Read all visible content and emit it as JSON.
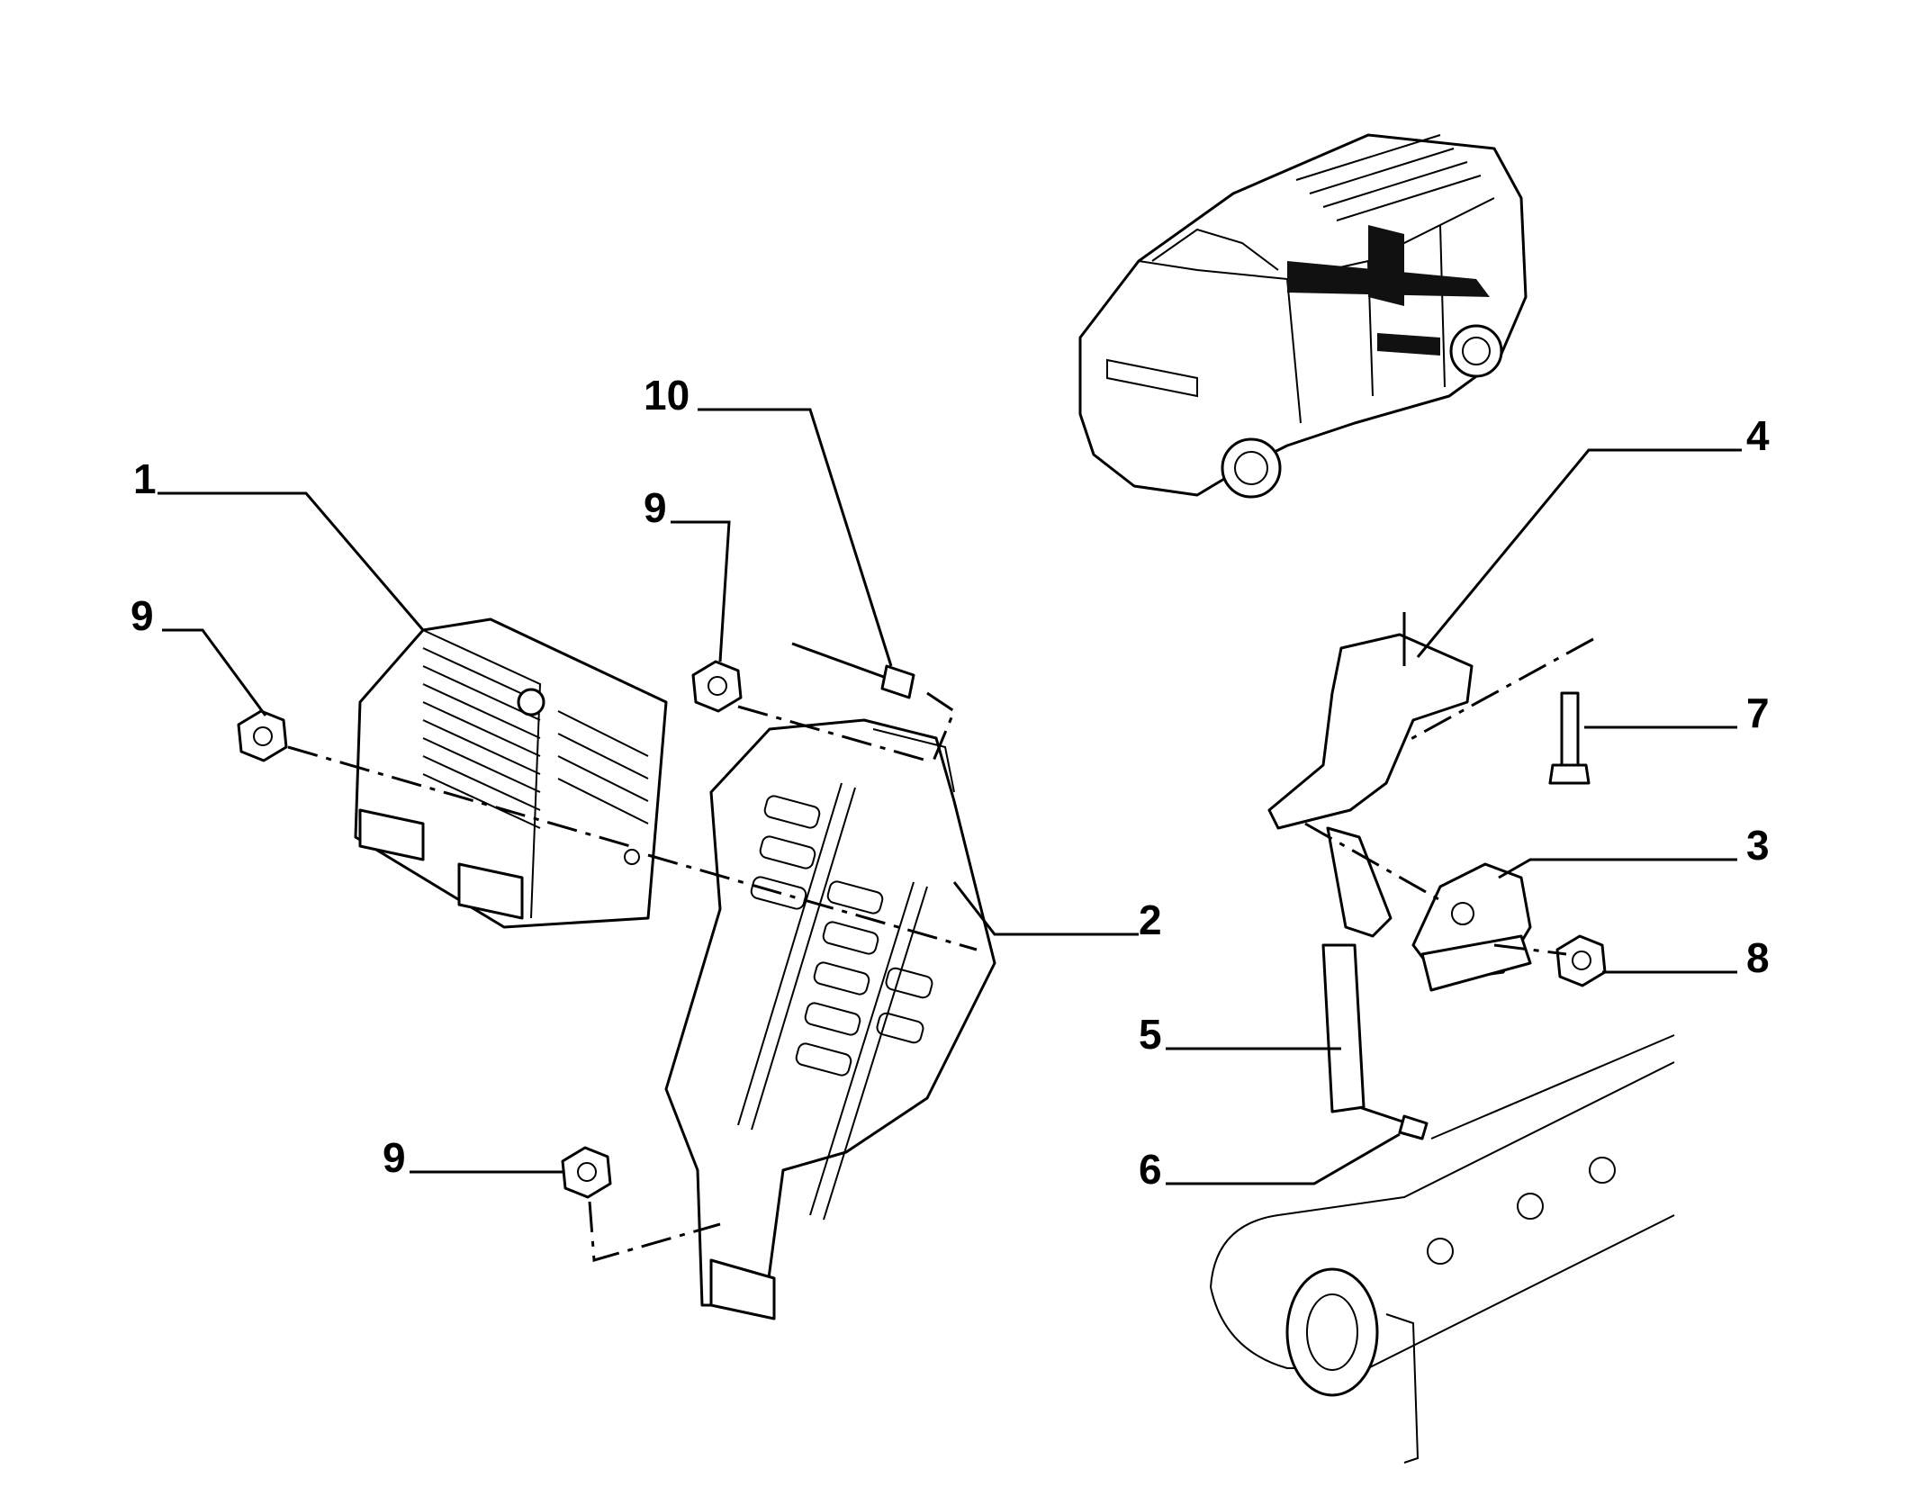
{
  "callouts": {
    "c1": "1",
    "c2": "2",
    "c3": "3",
    "c4": "4",
    "c5": "5",
    "c6": "6",
    "c7": "7",
    "c8": "8",
    "c9a": "9",
    "c9b": "9",
    "c9c": "9",
    "c10": "10"
  },
  "icons": {
    "vehicle": "van-locator-icon",
    "ecu": "control-unit-icon",
    "bracket": "mounting-bracket-icon",
    "sensor": "level-sensor-icon",
    "axle": "rear-axle-icon"
  }
}
